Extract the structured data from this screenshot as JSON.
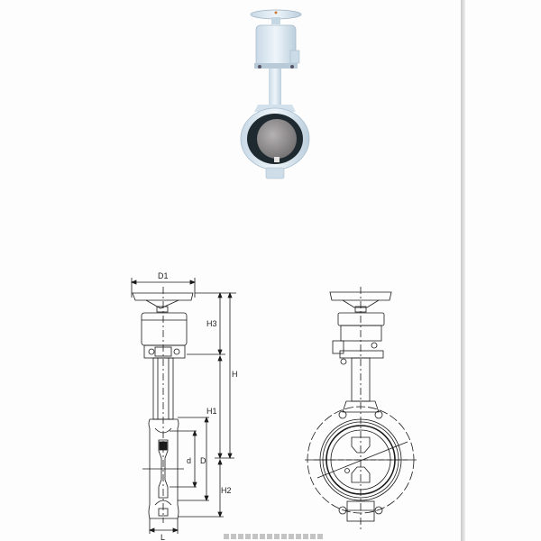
{
  "figure": {
    "subject": "butterfly valve with gear operator",
    "photo": {
      "alt": "product photo of wafer butterfly valve with handwheel gear box"
    },
    "side_view": {
      "dimension_labels": {
        "D1": "D1",
        "H3": "H3",
        "H": "H",
        "H1": "H1",
        "d": "d",
        "D": "D",
        "H2": "H2",
        "L": "L"
      }
    },
    "front_view": {
      "alt": "front elevation of valve with disc and flange bolt circle"
    }
  },
  "colors": {
    "background": "#fdfdfd",
    "line": "#1a1a1a",
    "valve_body": "#dbe8f2",
    "seat_ring": "#1e2a30",
    "disc": "#8d8a8c",
    "divider": "#cfcfcf"
  }
}
